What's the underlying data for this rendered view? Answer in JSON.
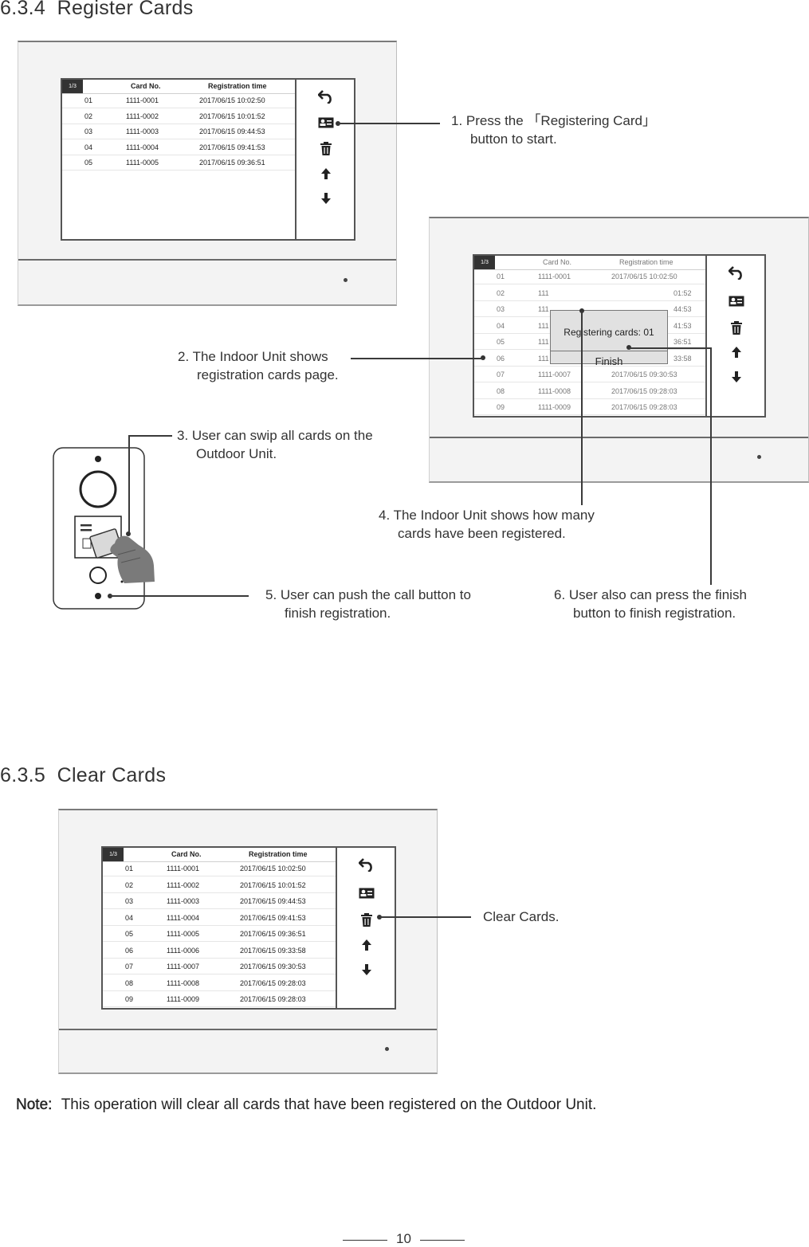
{
  "sections": {
    "register_title": "6.3.4  Register Cards",
    "clear_title": "6.3.5  Clear Cards"
  },
  "callouts": {
    "c1": {
      "line1": "1.  Press the 「Registering Card」",
      "line2": "button to start."
    },
    "c2": {
      "line1": "2.  The Indoor Unit shows",
      "line2": "registration cards page."
    },
    "c3": {
      "line1": "3.  User can swip all cards on the",
      "line2": "Outdoor Unit."
    },
    "c4": {
      "line1": "4.  The Indoor Unit shows how many",
      "line2": "cards have been registered."
    },
    "c5": {
      "line1": "5.  User can push the call button to",
      "line2": "finish registration."
    },
    "c6": {
      "line1": "6.  User also can press the finish",
      "line2": "button to finish registration."
    },
    "c7": {
      "line1": "Clear Cards."
    }
  },
  "screen": {
    "page": "1/3",
    "col_card": "Card No.",
    "col_time": "Registration time"
  },
  "screen1_rows": [
    {
      "idx": "01",
      "card": "1111-0001",
      "time": "2017/06/15  10:02:50"
    },
    {
      "idx": "02",
      "card": "1111-0002",
      "time": "2017/06/15  10:01:52"
    },
    {
      "idx": "03",
      "card": "1111-0003",
      "time": "2017/06/15  09:44:53"
    },
    {
      "idx": "04",
      "card": "1111-0004",
      "time": "2017/06/15  09:41:53"
    },
    {
      "idx": "05",
      "card": "1111-0005",
      "time": "2017/06/15  09:36:51"
    }
  ],
  "screen2_rows": [
    {
      "idx": "01",
      "card": "1111-0001",
      "time": "2017/06/15  10:02:50"
    },
    {
      "idx": "02",
      "card": "111",
      "time": "01:52"
    },
    {
      "idx": "03",
      "card": "111",
      "time": "44:53"
    },
    {
      "idx": "04",
      "card": "111",
      "time": "41:53"
    },
    {
      "idx": "05",
      "card": "111",
      "time": "36:51"
    },
    {
      "idx": "06",
      "card": "111",
      "time": "33:58"
    },
    {
      "idx": "07",
      "card": "1111-0007",
      "time": "2017/06/15  09:30:53"
    },
    {
      "idx": "08",
      "card": "1111-0008",
      "time": "2017/06/15  09:28:03"
    },
    {
      "idx": "09",
      "card": "1111-0009",
      "time": "2017/06/15  09:28:03"
    }
  ],
  "screen3_rows": [
    {
      "idx": "01",
      "card": "1111-0001",
      "time": "2017/06/15  10:02:50"
    },
    {
      "idx": "02",
      "card": "1111-0002",
      "time": "2017/06/15  10:01:52"
    },
    {
      "idx": "03",
      "card": "1111-0003",
      "time": "2017/06/15  09:44:53"
    },
    {
      "idx": "04",
      "card": "1111-0004",
      "time": "2017/06/15  09:41:53"
    },
    {
      "idx": "05",
      "card": "1111-0005",
      "time": "2017/06/15  09:36:51"
    },
    {
      "idx": "06",
      "card": "1111-0006",
      "time": "2017/06/15  09:33:58"
    },
    {
      "idx": "07",
      "card": "1111-0007",
      "time": "2017/06/15  09:30:53"
    },
    {
      "idx": "08",
      "card": "1111-0008",
      "time": "2017/06/15  09:28:03"
    },
    {
      "idx": "09",
      "card": "1111-0009",
      "time": "2017/06/15  09:28:03"
    }
  ],
  "dialog": {
    "message": "Registering cards:  01",
    "finish": "Finish"
  },
  "toolbar_icons": [
    "back-arrow-icon",
    "card-register-icon",
    "trash-icon",
    "arrow-up-icon",
    "arrow-down-icon"
  ],
  "note": {
    "label": "Note:",
    "text": "This operation will clear all cards that have been registered on the Outdoor Unit."
  },
  "footer": {
    "page_number": "10"
  },
  "colors": {
    "line": "#3a3a3a",
    "screen_border": "#555555",
    "dialog_bg": "#e1e1e1"
  }
}
